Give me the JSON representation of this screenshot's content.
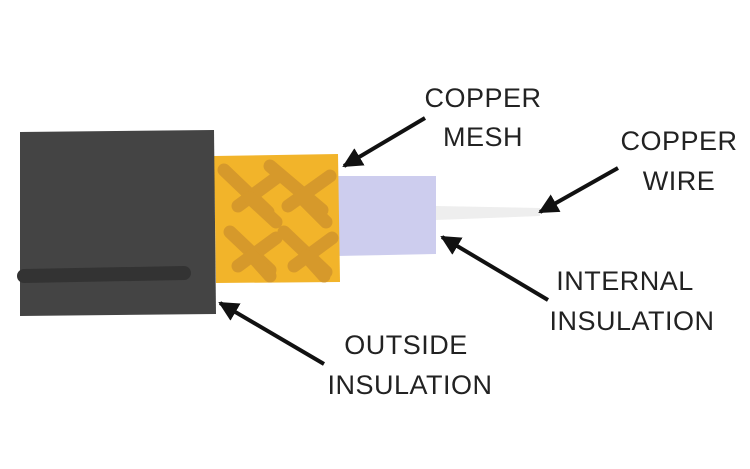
{
  "colors": {
    "background": "#ffffff",
    "outside_insulation": "#444444",
    "outside_stripe": "#333333",
    "copper_mesh": "#f2b42a",
    "mesh_pattern": "#d4972c",
    "internal_insulation": "#cdcdee",
    "copper_wire": "#eeeeee",
    "arrow": "#111111",
    "label_text": "#222222"
  },
  "labels": {
    "copper_mesh": {
      "line1": "COPPER",
      "line2": "MESH"
    },
    "copper_wire": {
      "line1": "COPPER",
      "line2": "WIRE"
    },
    "internal_insulation": {
      "line1": "INTERNAL",
      "line2": "INSULATION"
    },
    "outside_insulation": {
      "line1": "OUTSIDE",
      "line2": "INSULATION"
    }
  }
}
